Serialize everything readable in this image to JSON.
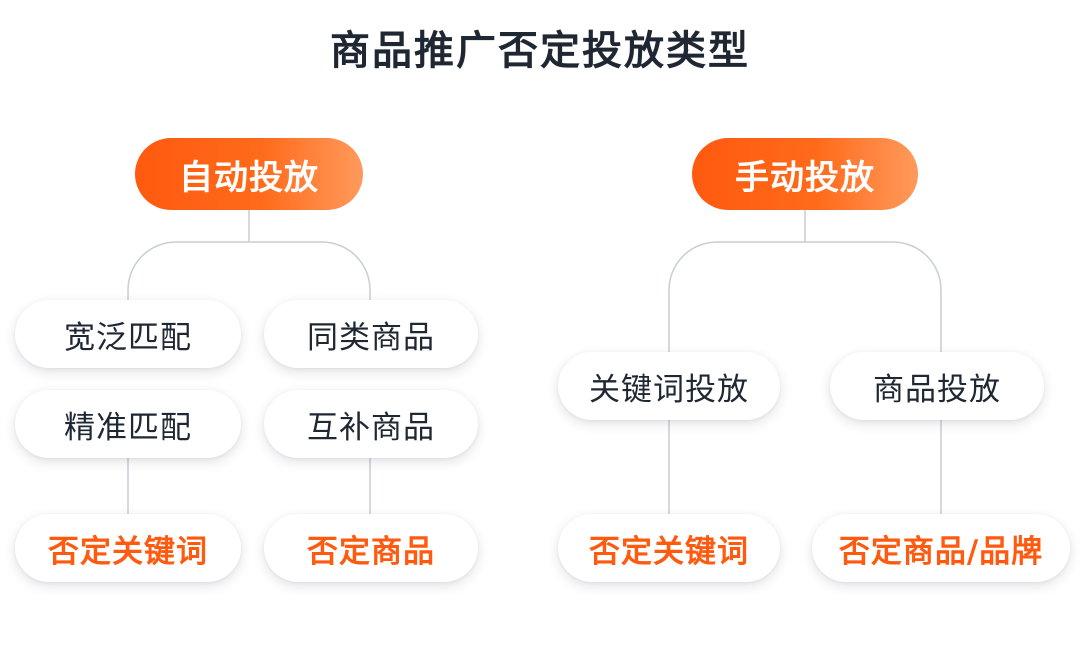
{
  "title": "商品推广否定投放类型",
  "auto": {
    "header": "自动投放",
    "targets": [
      "宽泛匹配",
      "同类商品",
      "精准匹配",
      "互补商品"
    ],
    "negatives": [
      "否定关键词",
      "否定商品"
    ]
  },
  "manual": {
    "header": "手动投放",
    "targets": [
      "关键词投放",
      "商品投放"
    ],
    "negatives": [
      "否定关键词",
      "否定商品/品牌"
    ]
  },
  "colors": {
    "accent": "#ff5a0f",
    "accent_light": "#ff9a5c",
    "text": "#1f2733",
    "connector": "#c9ced6"
  }
}
